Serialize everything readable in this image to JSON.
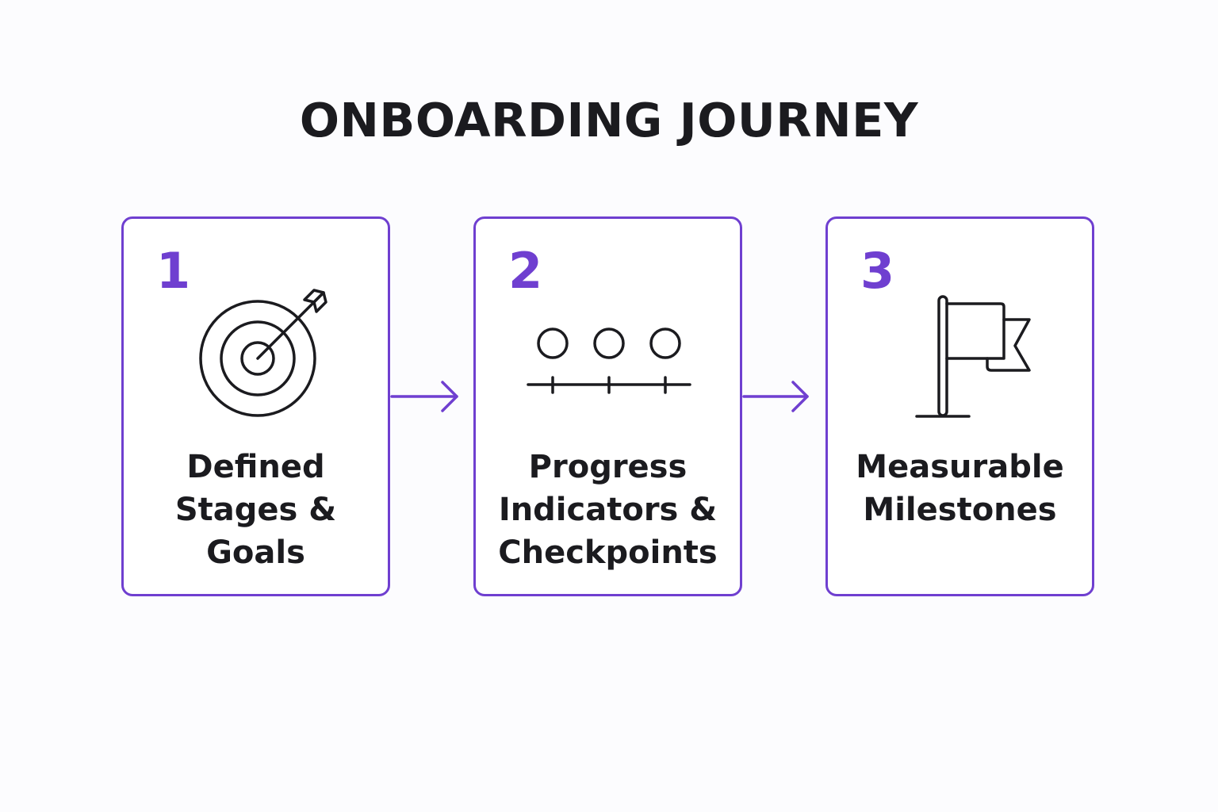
{
  "title": "ONBOARDING JOURNEY",
  "accent_color": "#6f3fd0",
  "text_color": "#1b1b1f",
  "steps": [
    {
      "number": "1",
      "label": "Defined\nStages &\nGoals",
      "icon": "target-arrow-icon"
    },
    {
      "number": "2",
      "label": "Progress\nIndicators &\nCheckpoints",
      "icon": "checkpoint-timeline-icon"
    },
    {
      "number": "3",
      "label": "Measurable\nMilestones",
      "icon": "flag-icon"
    }
  ],
  "connectors": [
    {
      "from": "1",
      "to": "2",
      "icon": "arrow-right-icon"
    },
    {
      "from": "2",
      "to": "3",
      "icon": "arrow-right-icon"
    }
  ]
}
